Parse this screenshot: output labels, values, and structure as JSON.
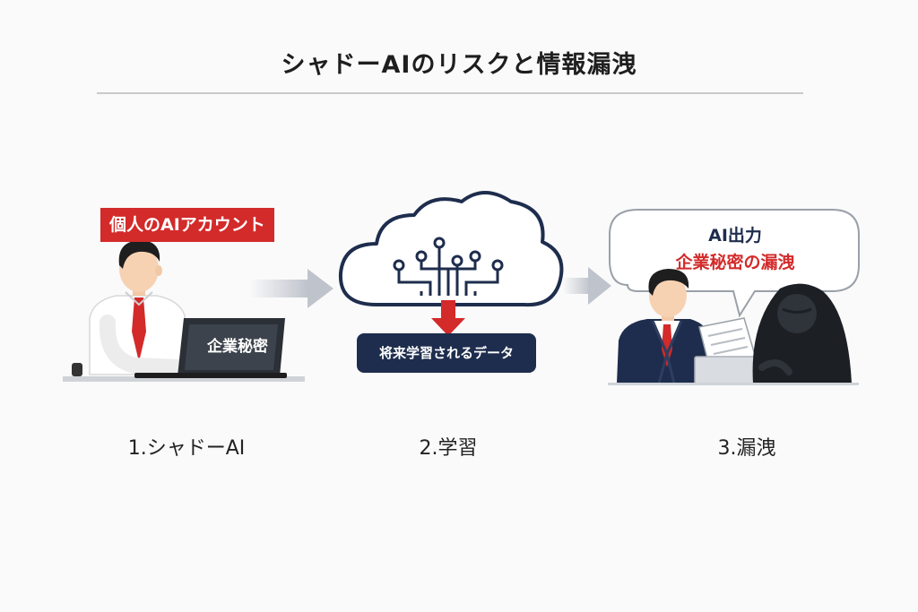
{
  "title": "シャドーAIのリスクと情報漏洩",
  "colors": {
    "accent_red": "#d32a2a",
    "navy": "#1e2d4d",
    "arrow_gray": "#bfc4cc"
  },
  "steps": [
    {
      "caption": "1.シャドーAI",
      "tag": "個人のAIアカウント",
      "laptop_label": "企業秘密"
    },
    {
      "caption": "2.学習",
      "box_label": "将来学習されるデータ",
      "icon": "cloud-circuit-icon"
    },
    {
      "caption": "3.漏洩",
      "bubble_line1": "AI出力",
      "bubble_line2": "企業秘密の漏洩"
    }
  ]
}
